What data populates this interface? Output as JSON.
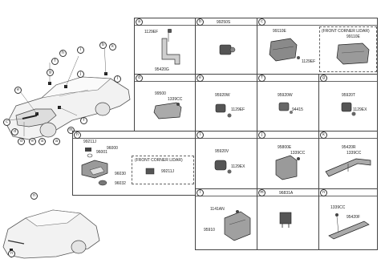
{
  "cells": [
    {
      "id": "a",
      "parts": [
        "1129EF",
        "95420G"
      ]
    },
    {
      "id": "b",
      "parts": [
        "99250S"
      ]
    },
    {
      "id": "c",
      "parts": [
        "99110E",
        "1129EF"
      ],
      "note": "(FRONT CORNER LIDAR)",
      "note_part": "99110E"
    },
    {
      "id": "d",
      "parts": [
        "99500",
        "1339CC"
      ]
    },
    {
      "id": "e",
      "parts": [
        "95920W",
        "1129EF"
      ]
    },
    {
      "id": "f",
      "parts": [
        "95920W",
        "94415"
      ]
    },
    {
      "id": "g",
      "parts": [
        "95920T",
        "1129EX"
      ]
    },
    {
      "id": "h",
      "parts": [
        "99211J",
        "96001",
        "96000",
        "96030",
        "96032"
      ],
      "note": "(FRONT CORNER LIDAR)",
      "note_part": "99211J"
    },
    {
      "id": "i",
      "parts": [
        "95920V",
        "1129EX"
      ]
    },
    {
      "id": "j",
      "parts": [
        "95800E",
        "1339CC"
      ]
    },
    {
      "id": "k",
      "parts": [
        "95420R",
        "1339CC"
      ]
    },
    {
      "id": "l",
      "parts": [
        "1141AN",
        "95910"
      ]
    },
    {
      "id": "m",
      "parts": [
        "96831A"
      ]
    },
    {
      "id": "n",
      "parts": [
        "1339CC",
        "95420F"
      ]
    }
  ],
  "car_top_labels": [
    "i",
    "g",
    "h",
    "f",
    "j",
    "k",
    "b",
    "e",
    "d",
    "c",
    "a",
    "l",
    "f",
    "m",
    "e",
    "d",
    "a"
  ],
  "car_bottom_label": "n",
  "car_bottom_badge": "n"
}
